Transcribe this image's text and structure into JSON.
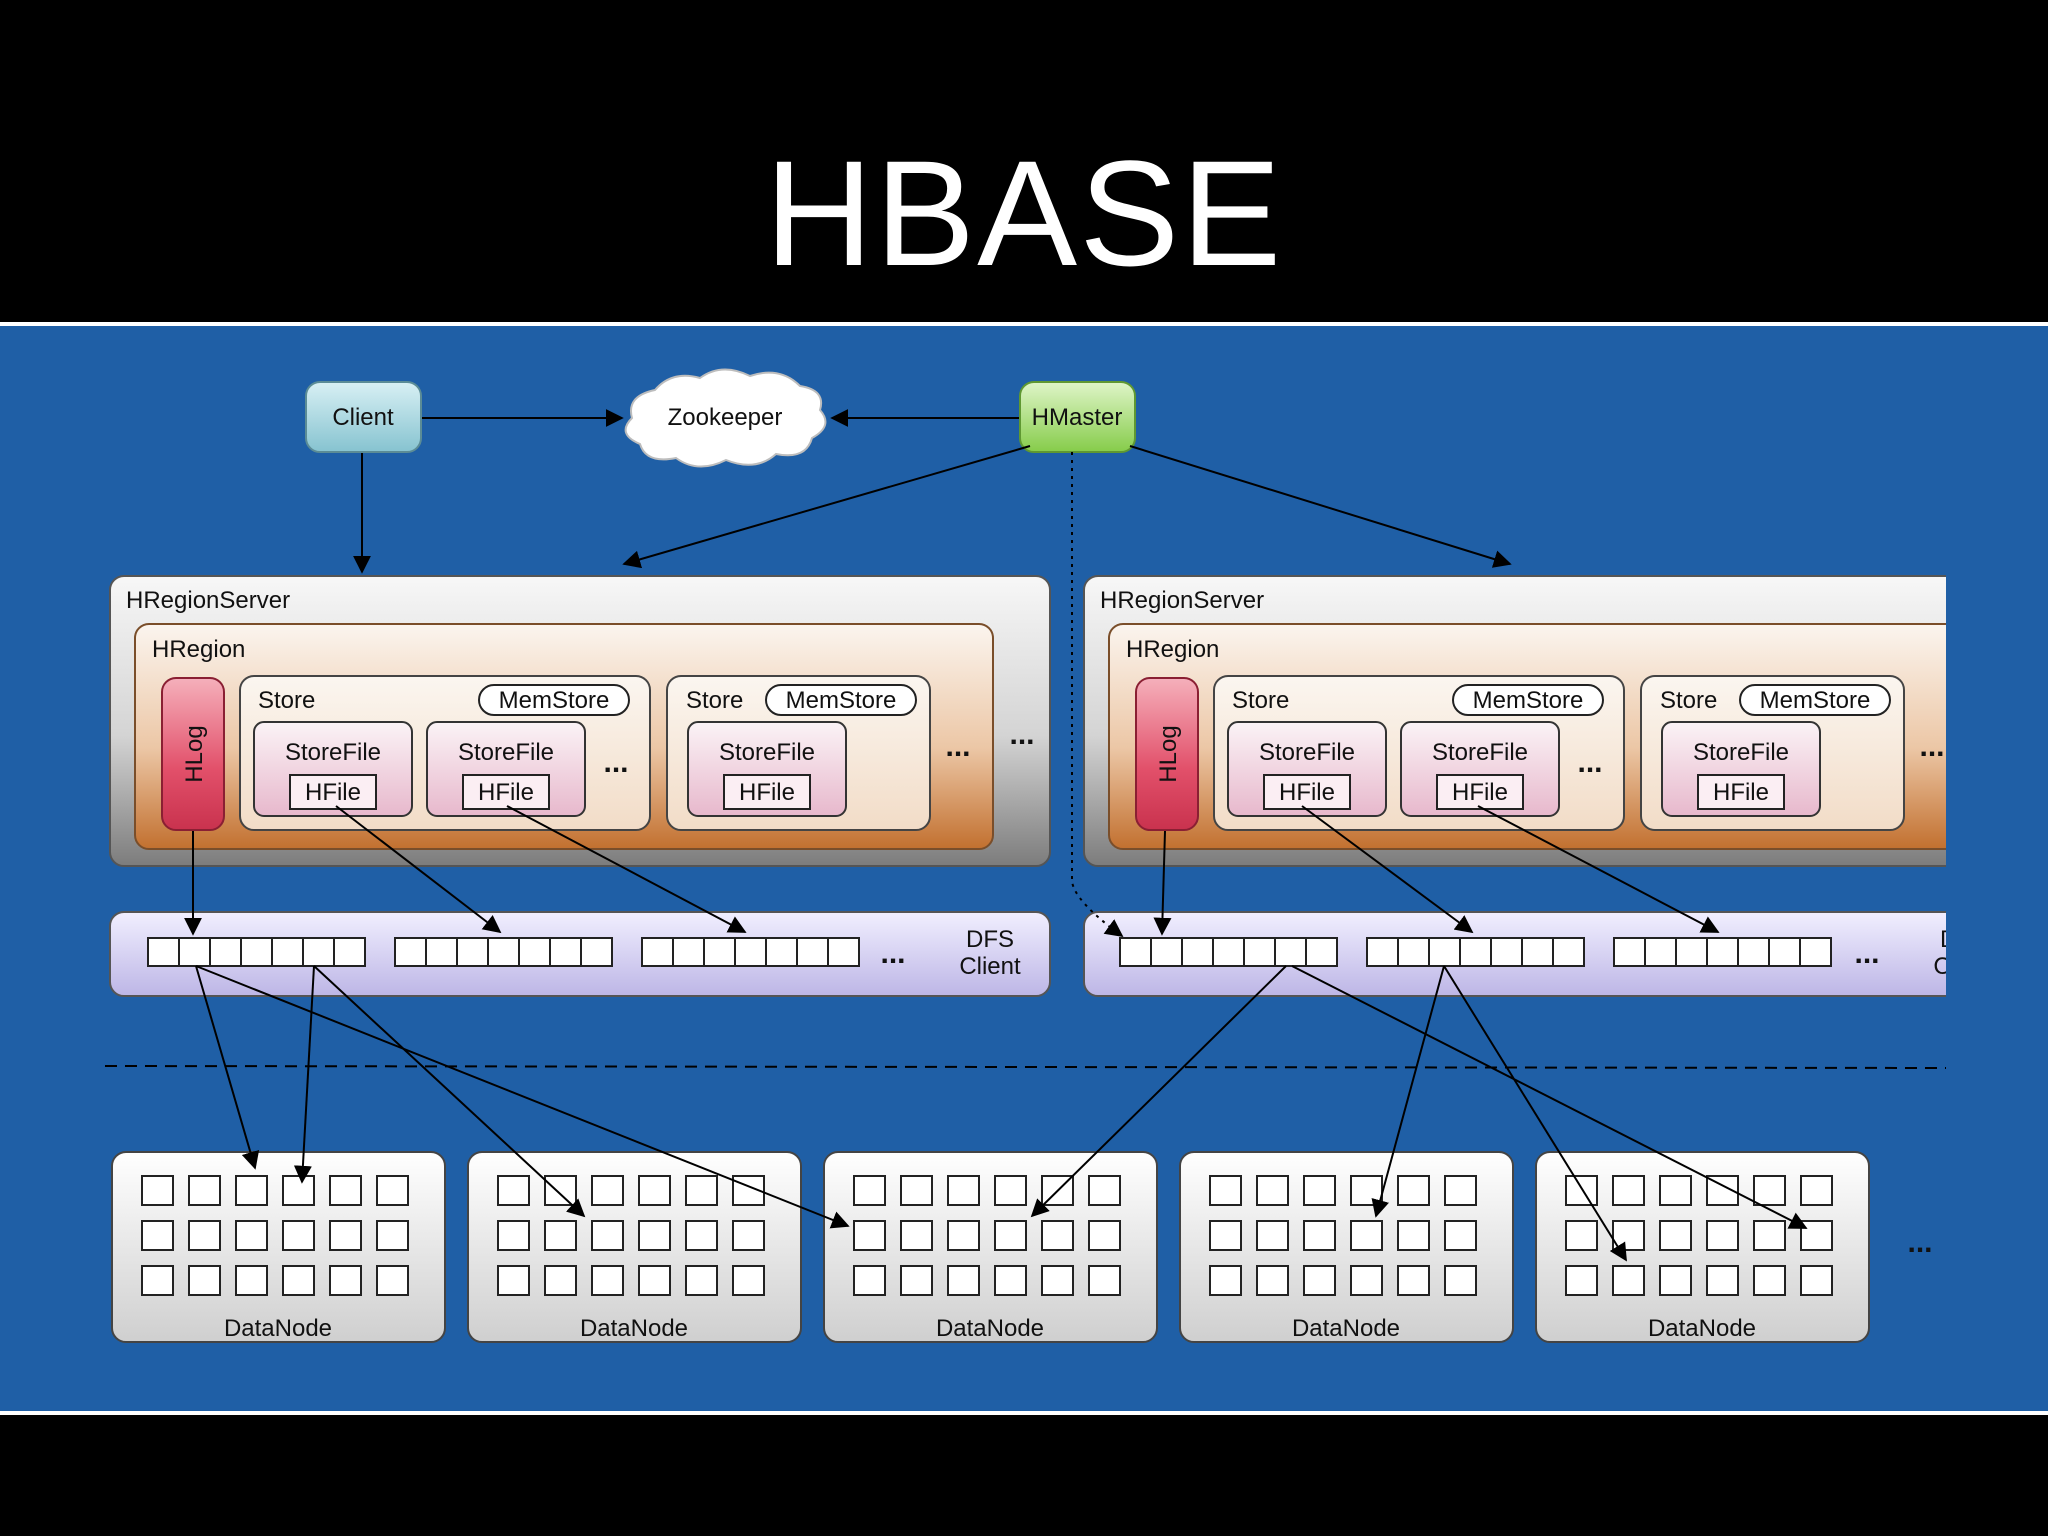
{
  "title": "HBASE",
  "colors": {
    "background_blue": "#1f5fa6",
    "client_fill": "#9fd2dc",
    "hmaster_fill": "#9fd86a",
    "hlog_fill": "#e0475f",
    "region_orange": "#c8783a",
    "dfs_lavender": "#c9c4ea"
  },
  "top_nodes": {
    "client": "Client",
    "zookeeper": "Zookeeper",
    "hmaster": "HMaster"
  },
  "region_servers": [
    {
      "label": "HRegionServer",
      "region_label": "HRegion",
      "hlog_label": "HLog",
      "stores": [
        {
          "label": "Store",
          "memstore": "MemStore",
          "storefiles": [
            "StoreFile",
            "StoreFile"
          ],
          "hfile": "HFile"
        },
        {
          "label": "Store",
          "memstore": "MemStore",
          "storefiles": [
            "StoreFile"
          ],
          "hfile": "HFile"
        }
      ],
      "dfs_client": "DFS Client"
    },
    {
      "label": "HRegionServer",
      "region_label": "HRegion",
      "hlog_label": "HLog",
      "stores": [
        {
          "label": "Store",
          "memstore": "MemStore",
          "storefiles": [
            "StoreFile",
            "StoreFile"
          ],
          "hfile": "HFile"
        },
        {
          "label": "Store",
          "memstore": "MemStore",
          "storefiles": [
            "StoreFile"
          ],
          "hfile": "HFile"
        }
      ],
      "dfs_client": "DFS Client"
    }
  ],
  "ellipsis": "...",
  "datanodes": [
    "DataNode",
    "DataNode",
    "DataNode",
    "DataNode",
    "DataNode"
  ]
}
